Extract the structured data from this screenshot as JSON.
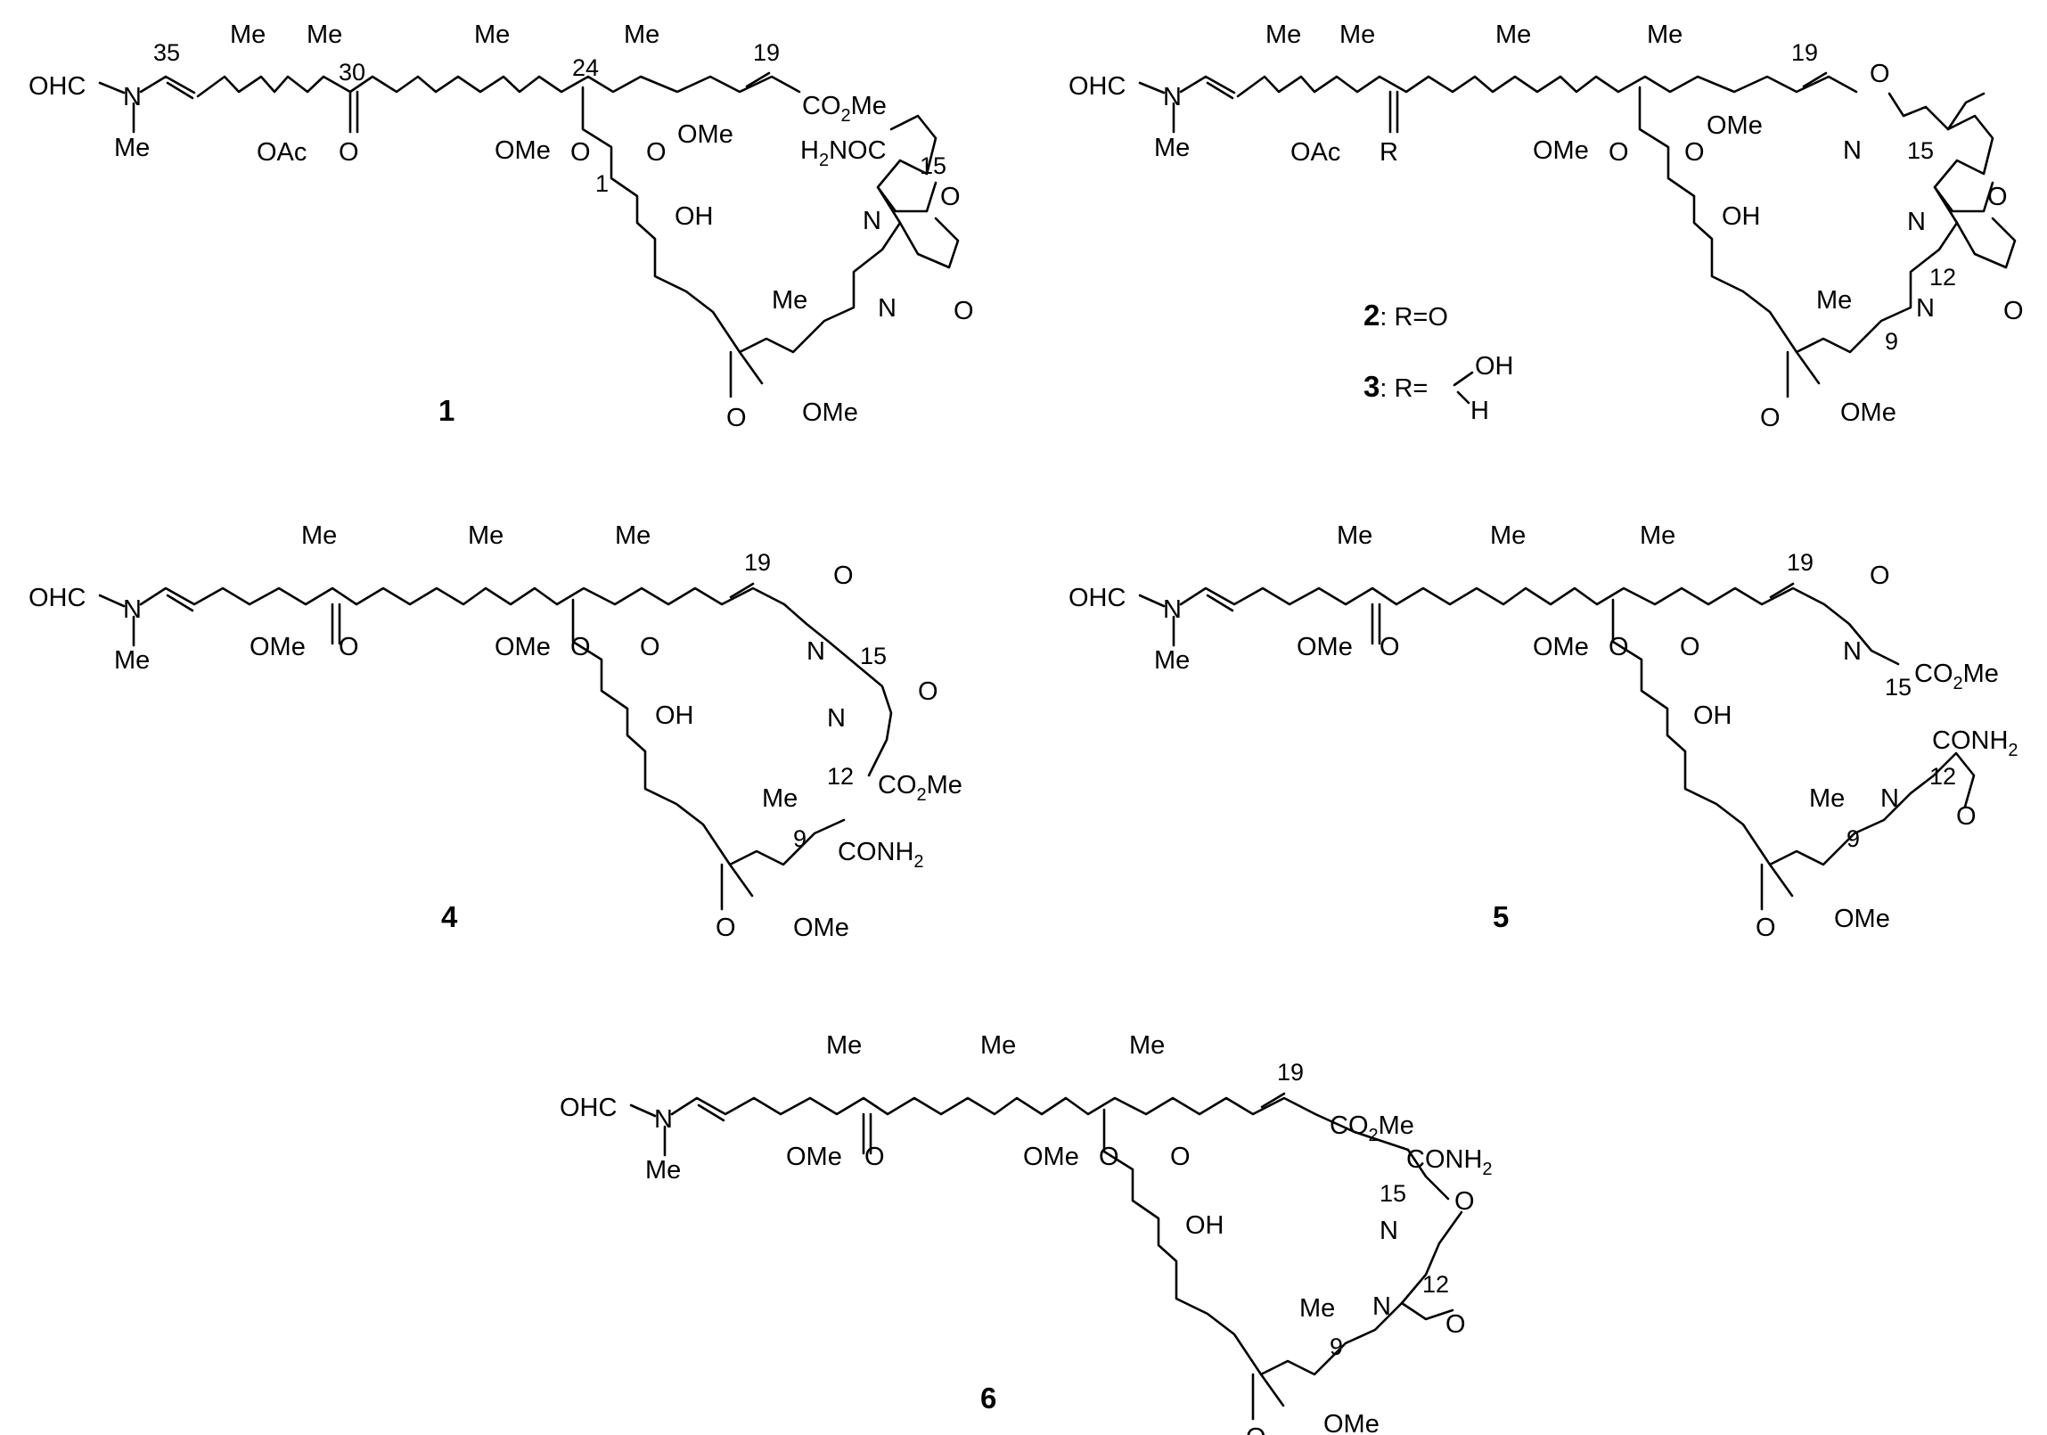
{
  "figure": {
    "compounds": [
      {
        "id": "1",
        "label": "1",
        "groups": {
          "formyl": "OHC",
          "nitrogen": "N",
          "n_methyl": "Me",
          "me_a": "Me",
          "me_b": "Me",
          "me_c": "Me",
          "me_d": "Me",
          "acetate": "OAc",
          "ketone": "O",
          "ome_a": "OMe",
          "ome_b": "OMe",
          "ester_o": "O",
          "ester_carbonyl": "O",
          "methyl_ester": "CO",
          "methyl_ester_sub": "2",
          "methyl_ester_tail": "Me",
          "amide": "NOC",
          "amide_h": "H",
          "amide_sub": "2",
          "hydroxyl": "OH",
          "oxazole_n1": "N",
          "oxazole_o1": "O",
          "oxazole_n2": "N",
          "oxazole_o2": "O",
          "side_me": "Me",
          "enone_o": "O",
          "ome_c": "OMe"
        },
        "locants": [
          "35",
          "30",
          "24",
          "19",
          "1",
          "15"
        ]
      },
      {
        "id": "2",
        "label": "2",
        "definition": ": R=O",
        "groups": {
          "formyl": "OHC",
          "nitrogen": "N",
          "n_methyl": "Me",
          "me_a": "Me",
          "me_b": "Me",
          "me_c": "Me",
          "me_d": "Me",
          "acetate": "OAc",
          "r_group": "R",
          "ome_a": "OMe",
          "ome_b": "OMe",
          "ester_o": "O",
          "ester_carbonyl": "O",
          "hydroxyl": "OH",
          "oxazole_o1": "O",
          "oxazole_n1": "N",
          "oxazole_o2": "O",
          "oxazole_n2": "N",
          "oxazole_o3": "O",
          "oxazole_n3": "N",
          "side_me": "Me",
          "enone_o": "O",
          "ome_c": "OMe"
        },
        "locants": [
          "19",
          "15",
          "12",
          "9"
        ]
      },
      {
        "id": "3",
        "label": "3",
        "definition": ": R=",
        "r_oh": "OH",
        "r_h": "H"
      },
      {
        "id": "4",
        "label": "4",
        "groups": {
          "formyl": "OHC",
          "nitrogen": "N",
          "n_methyl": "Me",
          "me_a": "Me",
          "me_b": "Me",
          "me_c": "Me",
          "ome_a": "OMe",
          "ketone": "O",
          "ome_b": "OMe",
          "ester_o": "O",
          "ester_carbonyl": "O",
          "hydroxyl": "OH",
          "oxazole_o1": "O",
          "oxazole_n1": "N",
          "oxazole_o2": "O",
          "oxazole_n2": "N",
          "methyl_ester": "CO",
          "methyl_ester_sub": "2",
          "methyl_ester_tail": "Me",
          "side_me": "Me",
          "amide": "CONH",
          "amide_sub": "2",
          "enone_o": "O",
          "ome_c": "OMe"
        },
        "locants": [
          "19",
          "15",
          "12",
          "9"
        ]
      },
      {
        "id": "5",
        "label": "5",
        "groups": {
          "formyl": "OHC",
          "nitrogen": "N",
          "n_methyl": "Me",
          "me_a": "Me",
          "me_b": "Me",
          "me_c": "Me",
          "ome_a": "OMe",
          "ketone": "O",
          "ome_b": "OMe",
          "ester_o": "O",
          "ester_carbonyl": "O",
          "hydroxyl": "OH",
          "oxazole_o1": "O",
          "oxazole_n1": "N",
          "methyl_ester": "CO",
          "methyl_ester_sub": "2",
          "methyl_ester_tail": "Me",
          "amide": "CONH",
          "amide_sub": "2",
          "oxazole_n2": "N",
          "oxazole_o2": "O",
          "side_me": "Me",
          "enone_o": "O",
          "ome_c": "OMe"
        },
        "locants": [
          "19",
          "15",
          "12",
          "9"
        ]
      },
      {
        "id": "6",
        "label": "6",
        "groups": {
          "formyl": "OHC",
          "nitrogen": "N",
          "n_methyl": "Me",
          "me_a": "Me",
          "me_b": "Me",
          "me_c": "Me",
          "ome_a": "OMe",
          "ketone": "O",
          "ome_b": "OMe",
          "ester_o": "O",
          "ester_carbonyl": "O",
          "methyl_ester": "CO",
          "methyl_ester_sub": "2",
          "methyl_ester_tail": "Me",
          "amide": "CONH",
          "amide_sub": "2",
          "hydroxyl": "OH",
          "oxazole_o1": "O",
          "oxazole_n1": "N",
          "oxazole_n2": "N",
          "oxazole_o2": "O",
          "side_me": "Me",
          "enone_o": "O",
          "ome_c": "OMe"
        },
        "locants": [
          "19",
          "15",
          "12",
          "9"
        ]
      }
    ]
  }
}
